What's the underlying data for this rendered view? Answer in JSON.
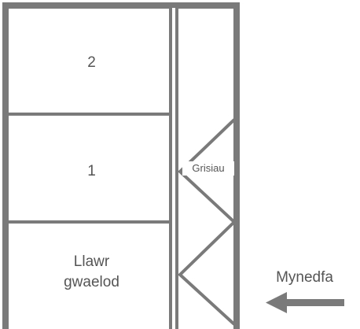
{
  "floors": {
    "top": "2",
    "middle": "1",
    "ground_line1": "Llawr",
    "ground_line2": "gwaelod"
  },
  "stairs_label": "Grisiau",
  "entrance_label": "Mynedfa",
  "colors": {
    "wall": "#7a7a7a",
    "text": "#555555"
  }
}
